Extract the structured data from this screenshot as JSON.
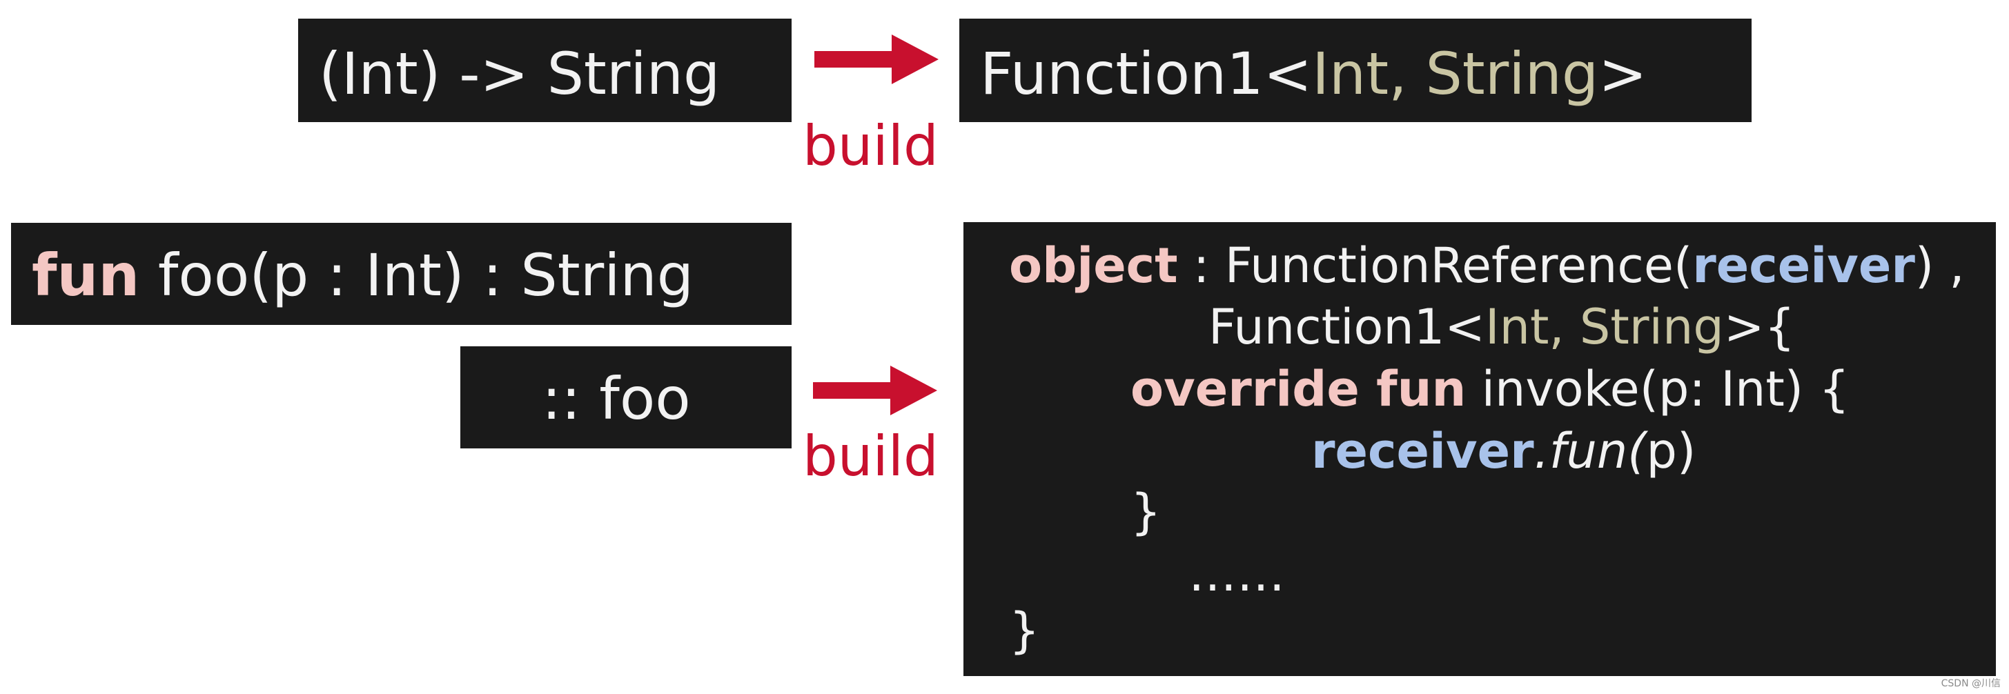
{
  "colors": {
    "box_bg": "#1a1a1a",
    "text": "#f2f2f2",
    "keyword": "#f4c7c3",
    "generic": "#c9c5a3",
    "receiver": "#a8c2ea",
    "arrow": "#c8102e"
  },
  "top": {
    "type_box": "(Int) -> String",
    "arrow_label": "build",
    "function_box": {
      "name": "Function1",
      "open": "<",
      "type_args": "Int, String",
      "close": ">"
    }
  },
  "bottom": {
    "fun_decl": {
      "keyword": "fun",
      "signature": " foo(p : Int) : String"
    },
    "reference_box": ":: foo",
    "arrow_label": "build",
    "code": {
      "line1_kw": "object",
      "line1_mid": " : FunctionReference(",
      "line1_recv": "receiver",
      "line1_end": ") ,",
      "line2_name": "Function1",
      "line2_open": "<",
      "line2_args": "Int, String",
      "line2_close": ">{",
      "line3_kw": "override fun",
      "line3_rest": " invoke(p: Int) {",
      "line4_recv": "receiver",
      "line4_dot": ".",
      "line4_fun": "fun(",
      "line4_end": "p)",
      "line5": "}",
      "line6": "……",
      "line7": "}"
    }
  },
  "watermark": "CSDN @川信"
}
